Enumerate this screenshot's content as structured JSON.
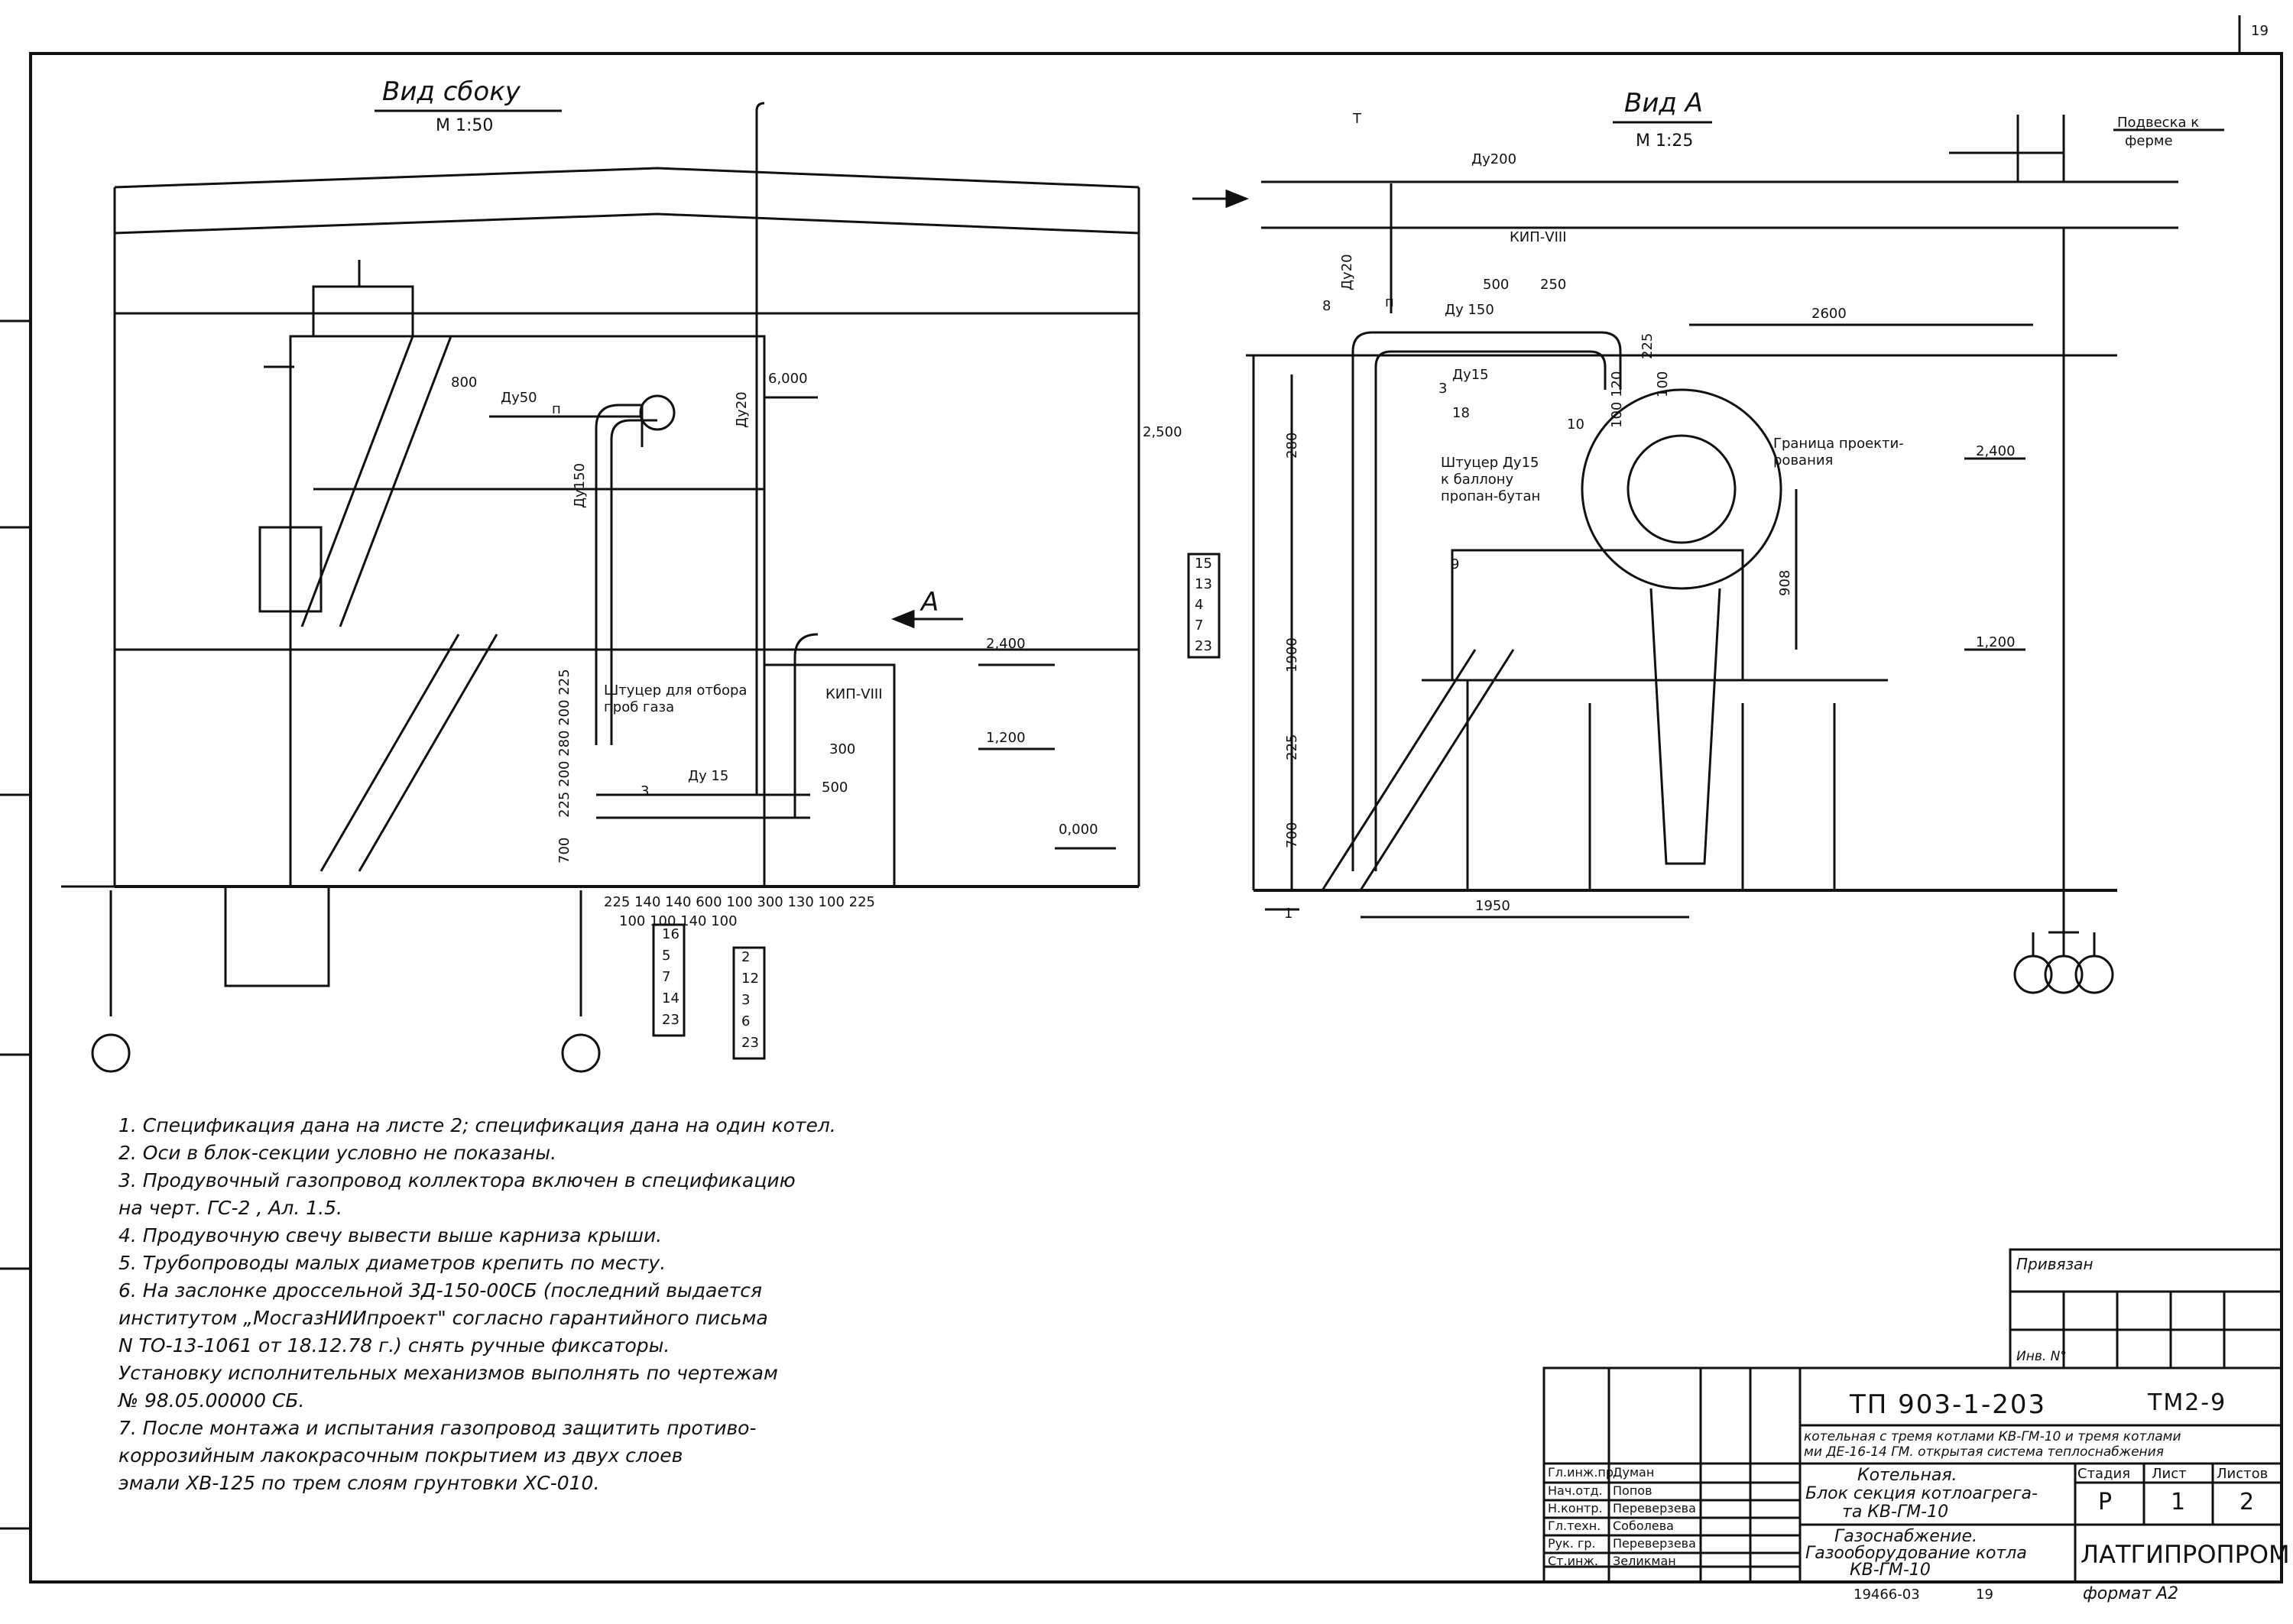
{
  "views": {
    "side": {
      "title": "Вид сбоку",
      "scale": "М 1:50"
    },
    "a": {
      "title": "Вид А",
      "scale": "М 1:25"
    }
  },
  "side_labels": {
    "du50": "Ду50",
    "du150": "Ду150",
    "du20": "Ду20",
    "du15": "Ду 15",
    "kip": "КИП-VIII",
    "sampler_line1": "Штуцер для отбора",
    "sampler_line2": "проб газа",
    "arrow_a": "А",
    "d800": "800",
    "n3": "3",
    "n700": "700",
    "vert_dims": "225 200 280 200 225",
    "dims_bottom": "225 140 140   600  100    300 130 100 225",
    "dims_bottom2": "100 100        140          100",
    "d300": "300",
    "d500": "500",
    "p_label": "п"
  },
  "elevations": {
    "e6000": "6,000",
    "e2500": "2,500",
    "e2400_side": "2,400",
    "e1200_side": "1,200",
    "e0000": "0,000",
    "e2400_a": "2,400",
    "e1200_a": "1,200"
  },
  "callouts_side_1": [
    "16",
    "5",
    "7",
    "14",
    "23"
  ],
  "callouts_side_2": [
    "2",
    "12",
    "3",
    "6",
    "23"
  ],
  "callouts_a": [
    "15",
    "13",
    "4",
    "7",
    "23"
  ],
  "a_labels": {
    "du200": "Ду200",
    "du20": "Ду20",
    "du150": "Ду 150",
    "du15": "Ду15",
    "kip": "КИП-VIII",
    "d500": "500",
    "d250": "250",
    "d2600": "2600",
    "d280": "280",
    "d1900": "1900",
    "d225": "225",
    "d700": "700",
    "d1950": "1950",
    "d908": "908",
    "d225b": "225",
    "d100": "100",
    "d120": "100 120",
    "n8": "8",
    "n3": "3",
    "n18": "18",
    "n10": "10",
    "n9": "9",
    "n1": "1",
    "fitting_line1": "Штуцер Ду15",
    "fitting_line2": "к баллону",
    "fitting_line3": "пропан-бутан",
    "boundary_line1": "Граница проекти-",
    "boundary_line2": "рования",
    "hanger_line1": "Подвеска к",
    "hanger_line2": "ферме",
    "t_letter": "Т",
    "p_letter": "п"
  },
  "notes": [
    "1. Спецификация дана на листе 2; спецификация дана на один котел.",
    "2. Оси в блок-секции условно не показаны.",
    "3. Продувочный газопровод коллектора включен в спецификацию",
    "    на черт. ГС-2 , Ал. 1.5.",
    "4. Продувочную свечу вывести выше карниза крыши.",
    "5. Трубопроводы малых диаметров крепить по месту.",
    "6. На заслонке дроссельной 3Д-150-00СБ (последний выдается",
    "    институтом „МосгазНИИпроект\" согласно гарантийного письма",
    "    N ТО-13-1061 от 18.12.78 г.) снять ручные фиксаторы.",
    "    Установку исполнительных механизмов выполнять по чертежам",
    "    № 98.05.00000 СБ.",
    "7. После монтажа и испытания газопровод защитить противо-",
    "    коррозийным лакокрасочным покрытием из двух слоев",
    "    эмали ХВ-125 по трем слоям грунтовки ХС-010."
  ],
  "title_block": {
    "binding": "Привязан",
    "inv_no": "Инв. N°",
    "doc_code": "ТП 903-1-203",
    "sheet_code": "ТМ2-9",
    "project_line1": "котельная с тремя котлами КВ-ГМ-10 и тремя котлами",
    "project_line2": "ми ДЕ-16-14 ГМ. открытая система теплоснабжения",
    "obj_line1": "Котельная.",
    "obj_line2": "Блок секция котлоагрега-",
    "obj_line3": "та КВ-ГМ-10",
    "dwg_line1": "Газоснабжение.",
    "dwg_line2": "Газооборудование котла",
    "dwg_line3": "КВ-ГМ-10",
    "stage_h": "Стадия",
    "sheet_h": "Лист",
    "sheets_h": "Листов",
    "stage": "Р",
    "sheet": "1",
    "sheets": "2",
    "org": "ЛАТГИПРОПРОМ",
    "roles": [
      "Гл.инж.пр.",
      "Нач.отд.",
      "Н.контр.",
      "Гл.техн.",
      "Рук. гр.",
      "Ст.инж."
    ],
    "names": [
      "Думан",
      "Попов",
      "Переверзева",
      "Соболева",
      "Переверзева",
      "Зеликман"
    ],
    "bottom_no": "19466-03",
    "bottom_sheet": "19",
    "format": "формат А2",
    "corner": "19"
  }
}
